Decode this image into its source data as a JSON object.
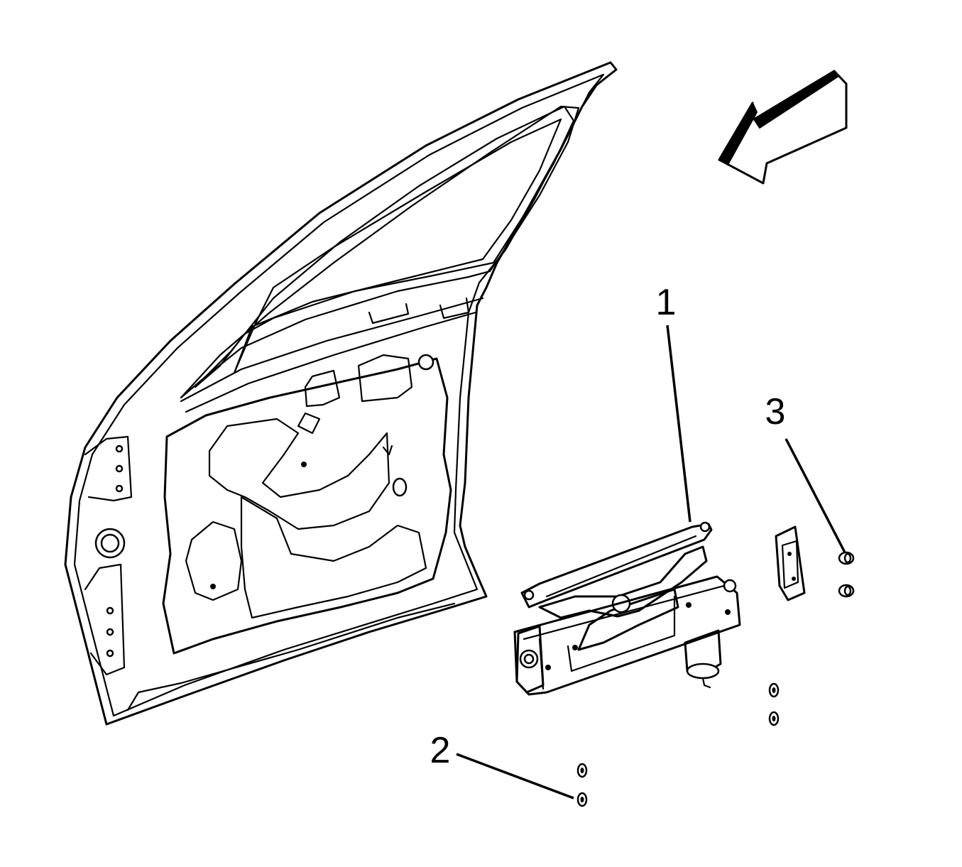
{
  "callouts": [
    {
      "id": "1",
      "label": "1",
      "part": "window-regulator-assembly"
    },
    {
      "id": "2",
      "label": "2",
      "part": "lower-fasteners"
    },
    {
      "id": "3",
      "label": "3",
      "part": "upper-fasteners"
    }
  ],
  "colors": {
    "line": "#000000",
    "background": "#ffffff"
  },
  "icons": {
    "direction_arrow": "arrow-icon"
  }
}
